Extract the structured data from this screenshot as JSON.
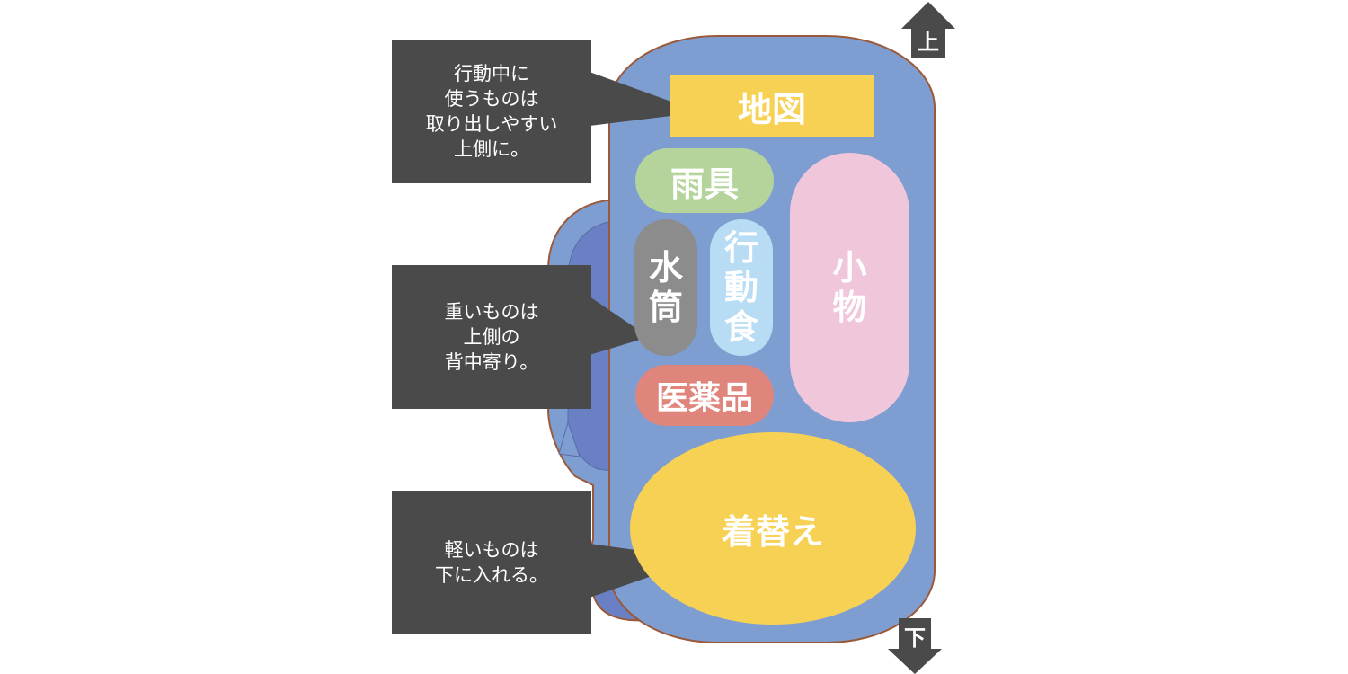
{
  "arrows": {
    "up_label": "上",
    "down_label": "下"
  },
  "callouts": [
    {
      "text": "行動中に\n使うものは\n取り出しやすい\n上側に。"
    },
    {
      "text": "重いものは\n上側の\n背中寄り。"
    },
    {
      "text": "軽いものは\n下に入れる。"
    }
  ],
  "items": {
    "map": {
      "label": "地図",
      "color": "#f6d154"
    },
    "rain_gear": {
      "label": "雨具",
      "color": "#b4d49c"
    },
    "water_bottle": {
      "label": "水\n筒",
      "color": "#8c8c8c"
    },
    "trail_food": {
      "label": "行\n動\n食",
      "color": "#b8dcf4"
    },
    "small_items": {
      "label": "小\n物",
      "color": "#f0c6da"
    },
    "medicine": {
      "label": "医薬品",
      "color": "#e0857c"
    },
    "change_clothes": {
      "label": "着替え",
      "color": "#f6d154"
    }
  },
  "colors": {
    "pack_body": "#7e9ed2",
    "pack_outline": "#9a5a3a",
    "strap": "#6a80c4",
    "callout_bg": "#4a4a4a"
  }
}
